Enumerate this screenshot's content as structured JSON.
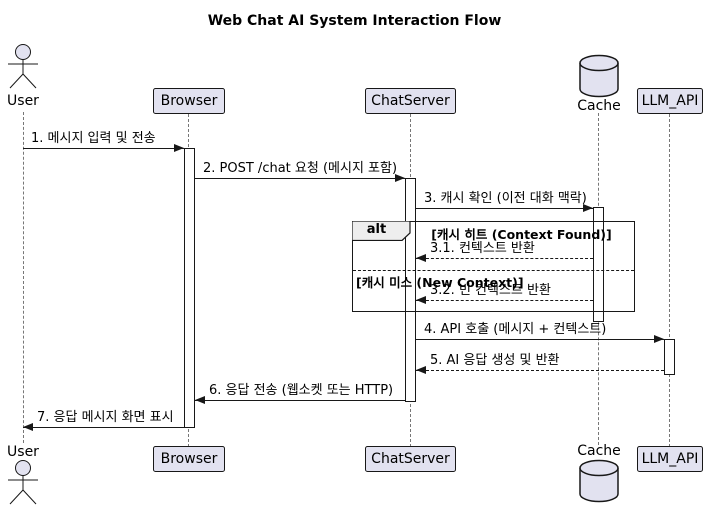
{
  "title": "Web Chat AI System Interaction Flow",
  "participants": {
    "user": "User",
    "browser": "Browser",
    "chat_server": "ChatServer",
    "cache": "Cache",
    "llm_api": "LLM_API"
  },
  "alt_fragment": {
    "operator": "alt",
    "guard_hit": "[캐시 히트 (Context Found)]",
    "guard_miss": "[캐시 미스 (New Context)]"
  },
  "messages": {
    "m1": "1. 메시지 입력 및 전송",
    "m2": "2. POST /chat 요청 (메시지 포함)",
    "m3": "3. 캐시 확인 (이전 대화 맥락)",
    "m3_1": "3.1. 컨텍스트 반환",
    "m3_2": "3.2. 빈 컨텍스트 반환",
    "m4": "4. API 호출 (메시지 + 컨텍스트)",
    "m5": "5. AI 응답 생성 및 반환",
    "m6": "6. 응답 전송 (웹소켓 또는 HTTP)",
    "m7": "7. 응답 메시지 화면 표시"
  },
  "colors": {
    "participant_fill": "#E2E2F0",
    "border": "#181818",
    "alt_label_fill": "#EEEEEE",
    "lifeline": "#777777",
    "background": "#FFFFFF"
  }
}
